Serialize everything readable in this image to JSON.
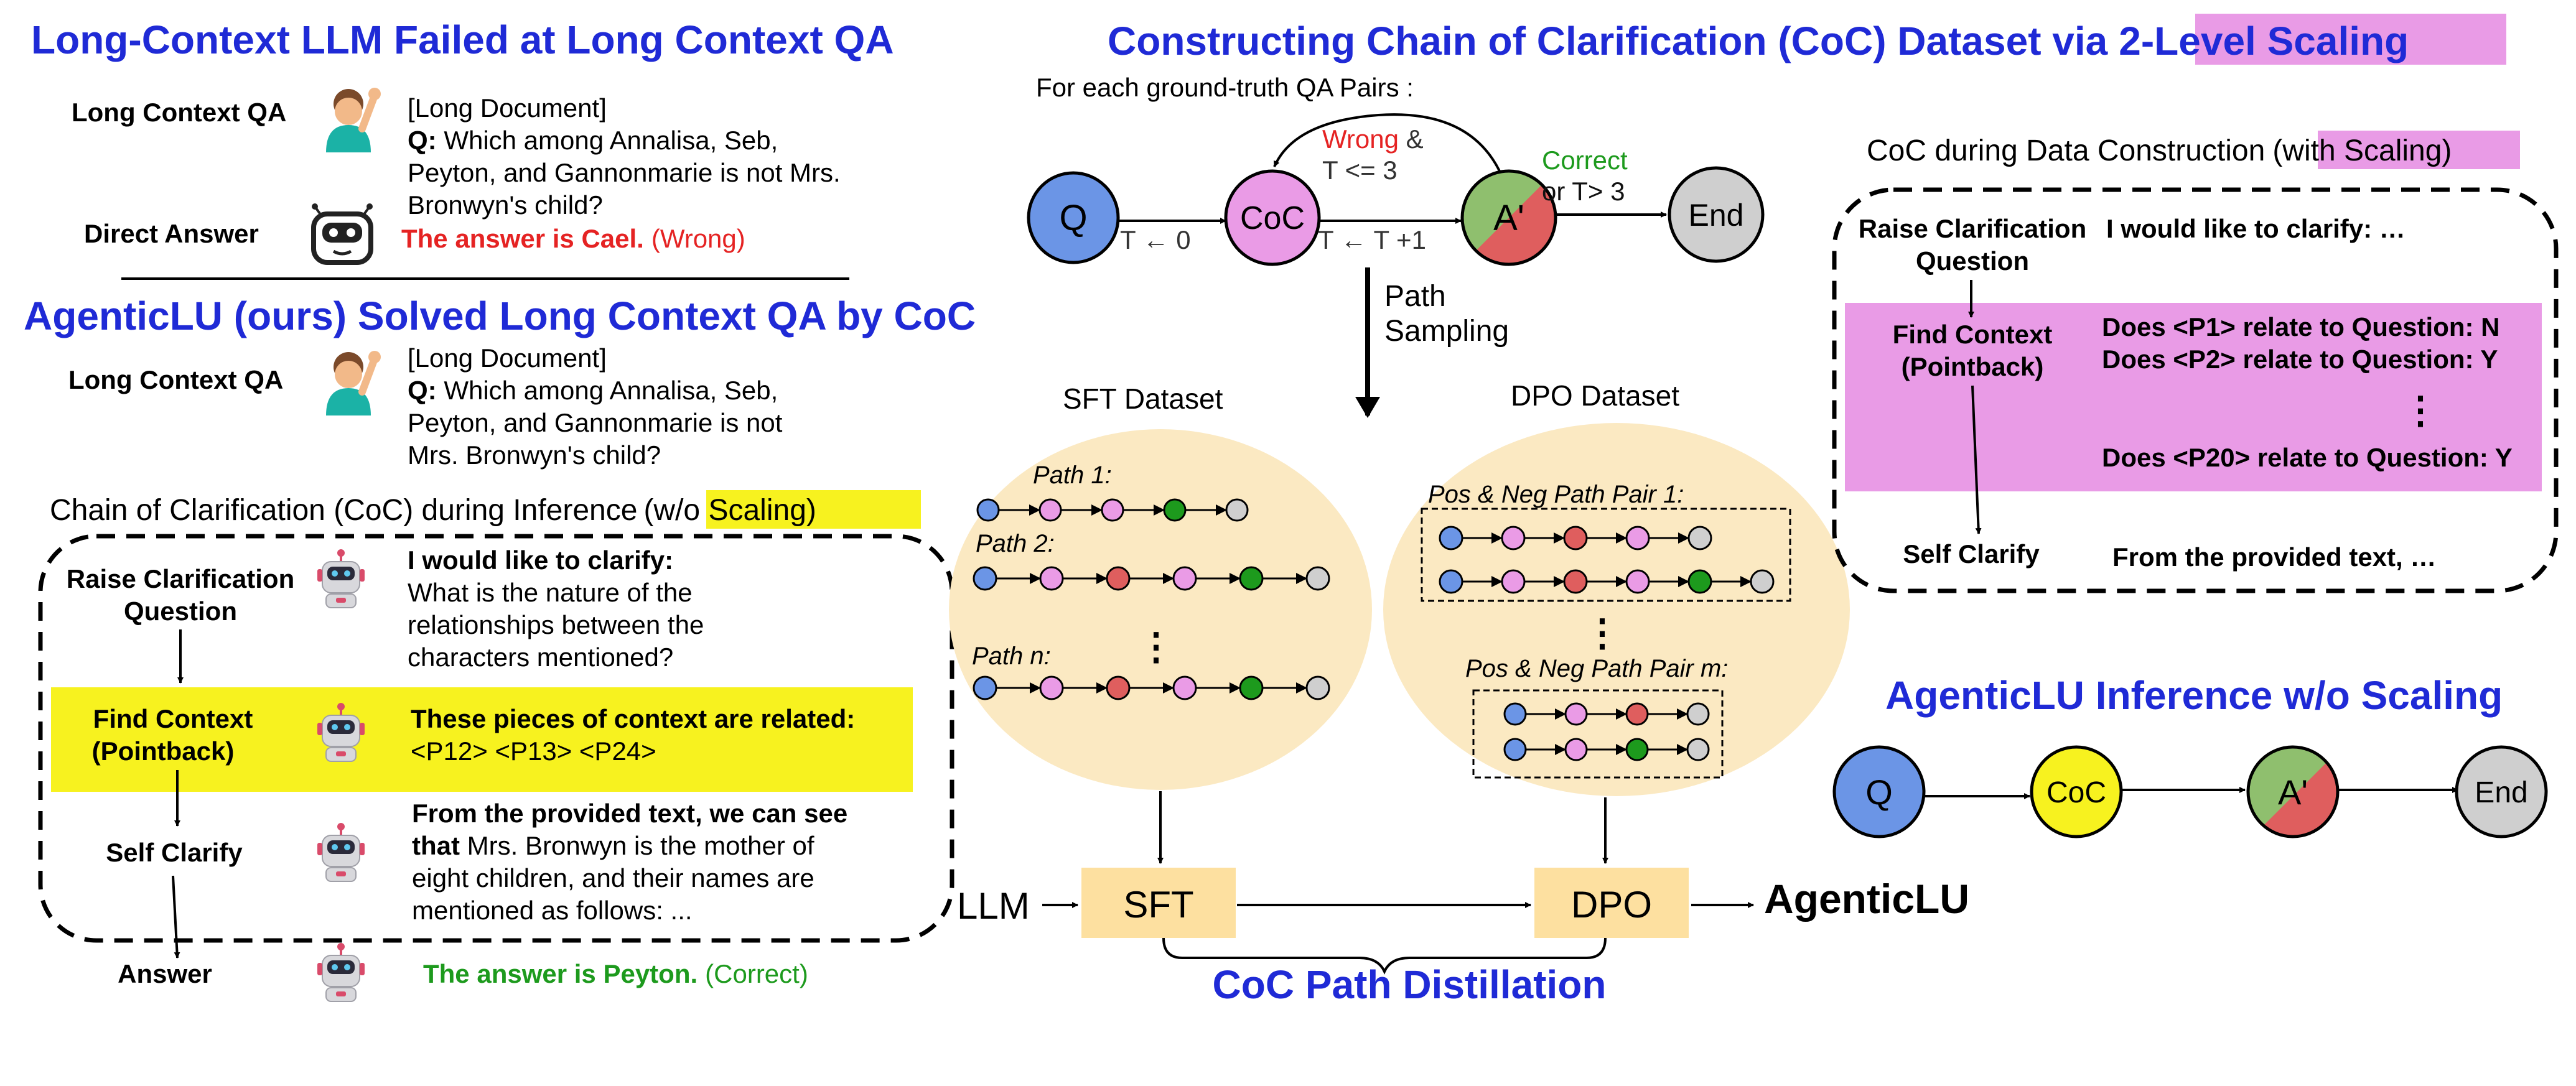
{
  "colors": {
    "title_blue": "#1f2ad6",
    "red": "#e52323",
    "green": "#1d9a1d",
    "node_blue": "#6b95e6",
    "node_pink": "#ea9be6",
    "node_red": "#df5e5e",
    "node_green": "#8fbf6e",
    "node_gray": "#cfcfcf",
    "node_yellow": "#f7f21f",
    "highlight_yellow": "#f7f21f",
    "highlight_pink": "#e99be6",
    "dataset_bg": "#fbe9c2",
    "box_bg": "#fde0a0"
  },
  "left": {
    "title1": "Long-Context LLM Failed at Long Context QA",
    "qa1_label": "Long Context QA",
    "qa1_doc": "[Long Document]",
    "qa1_q_prefix": "Q:",
    "qa1_q_lines": [
      " Which among Annalisa, Seb,",
      "Peyton, and Gannonmarie is not Mrs.",
      "Bronwyn's child?"
    ],
    "direct_label": "Direct Answer",
    "direct_answer": "The answer is Cael.",
    "direct_wrong": "(Wrong)",
    "title2": "AgenticLU (ours) Solved Long Context QA by CoC",
    "qa2_label": "Long Context QA",
    "qa2_doc": "[Long Document]",
    "qa2_q_prefix": "Q:",
    "qa2_q_lines": [
      " Which among Annalisa, Seb,",
      "Peyton, and Gannonmarie is not",
      "Mrs. Bronwyn's child?"
    ],
    "coc_title": "Chain of Clarification (CoC) during Inference",
    "coc_title_highlight": "(w/o Scaling)",
    "steps": {
      "raise_label": [
        "Raise Clarification",
        "Question"
      ],
      "raise_head": "I would like to clarify:",
      "raise_lines": [
        "What is the nature of the",
        "relationships between the",
        "characters mentioned?"
      ],
      "find_label": [
        "Find Context",
        "(Pointback)"
      ],
      "find_head": "These pieces of context are related:",
      "find_line": "<P12> <P13> <P24>",
      "self_label": "Self Clarify",
      "self_head": "From the provided text, we can see",
      "self_line1_bold": "that",
      "self_line1_rest": " Mrs. Bronwyn is the mother of",
      "self_lines": [
        "eight children, and their names are",
        "mentioned as follows: ..."
      ],
      "answer_label": "Answer",
      "answer_text": "The answer is Peyton.",
      "answer_correct": "(Correct)"
    }
  },
  "middle": {
    "title": "Constructing Chain of Clarification (CoC) Dataset via",
    "title_highlight": "2-Level Scaling",
    "subtitle": "For each ground-truth QA Pairs :",
    "node_q": "Q",
    "node_coc": "CoC",
    "node_a": "A'",
    "node_end": "End",
    "wrong_word": "Wrong",
    "wrong_amp": " &",
    "wrong_cond": "T <= 3",
    "correct_word": "Correct",
    "correct_cond": "or T> 3",
    "t_init": "T ← 0",
    "t_inc": "T ← T +1",
    "path_sampling": [
      "Path",
      "Sampling"
    ],
    "sft_title": "SFT Dataset",
    "dpo_title": "DPO Dataset",
    "path1": "Path 1:",
    "path2": "Path 2:",
    "pathn": "Path n:",
    "pair1": "Pos & Neg Path Pair 1:",
    "pairm": "Pos & Neg Path Pair m:",
    "llm": "LLM",
    "sft": "SFT",
    "dpo": "DPO",
    "agenticlu": "AgenticLU",
    "distill": "CoC Path Distillation"
  },
  "right": {
    "title": "CoC during Data Construction",
    "title_highlight": "(with Scaling)",
    "raise_label": [
      "Raise Clarification",
      "Question"
    ],
    "raise_text": "I would like to clarify: …",
    "find_label": [
      "Find Context",
      "(Pointback)"
    ],
    "find_lines": [
      "Does <P1> relate to Question: N",
      "Does <P2> relate to Question: Y",
      "Does <P20> relate to Question: Y"
    ],
    "self_label": "Self Clarify",
    "self_text": "From the provided text, …",
    "infer_title": "AgenticLU Inference w/o Scaling",
    "node_q": "Q",
    "node_coc": "CoC",
    "node_a": "A'",
    "node_end": "End"
  },
  "icons": {
    "person": "person-raising-hand-icon",
    "robot_dark": "robot-icon",
    "robot_pink": "robot-icon"
  }
}
